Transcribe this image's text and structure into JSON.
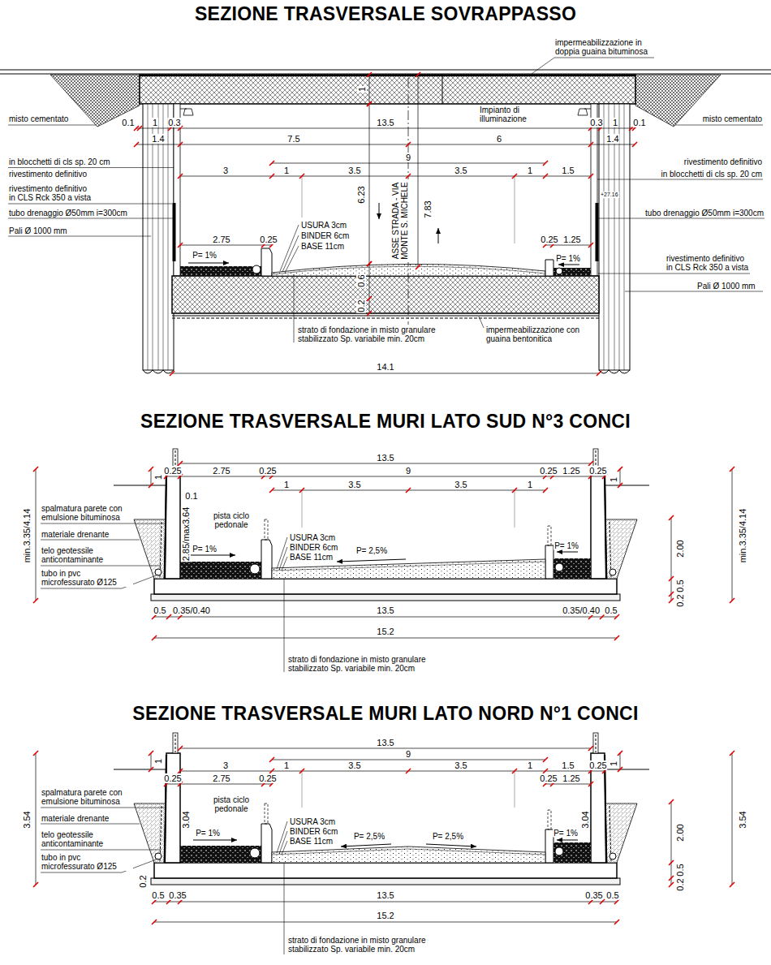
{
  "diagram": {
    "labels": [
      "SEZIONE TRASVERSALE SOVRAPPASSO",
      "1",
      "impermeabilizzazione in doppia guaina bituminosa",
      "misto cementato",
      "misto cementato",
      "0.1",
      "1",
      "0.3",
      "13.5",
      "0.3",
      "1",
      "0.1",
      "Impianto di illuminazione",
      "1.4",
      "7.5",
      "6",
      "1.4",
      "9",
      "in blocchetti di cls sp. 20 cm",
      "rivestimento definitivo",
      "rivestimento definitivo",
      "in blocchetti di cls sp. 20 cm",
      "3",
      "1",
      "3.5",
      "3.5",
      "1",
      "1.5",
      "rivestimento definitivo in CLS Rck 350 a vista",
      "6.23",
      "ASSE STRADA - VIA MONTE S. MICHELE",
      "7.83",
      "+27.16",
      "tubo drenaggio Ø50mm i=300cm",
      "tubo drenaggio Ø50mm i=300cm",
      "Pali Ø 1000 mm",
      "2.75",
      "0.25",
      "USURA 3cm",
      "BINDER 6cm",
      "BASE 11cm",
      "0.25",
      "1.25",
      "rivestimento definitivo in CLS Rck 350 a vista",
      "P= 1%",
      "P= 1%",
      "Pali Ø 1000 mm",
      "0.6",
      "0.2",
      "strato di fondazione in misto granulare stabilizzato Sp. variabile min. 20cm",
      "impermeabilizzazione con guaina bentonitica",
      "14.1",
      "SEZIONE TRASVERSALE MURI LATO SUD N°3 CONCI",
      "13.5",
      "0.25",
      "2.75",
      "0.25",
      "9",
      "0.25",
      "1.25",
      "0.25",
      "1",
      "0.1",
      "1",
      "3.5",
      "3.5",
      "1",
      "1",
      "min.3.35/4.14",
      "spalmatura parete con emulsione bituminosa",
      "2.85/max3.64",
      "pista ciclo pedonale",
      "materiale drenante",
      "USURA 3cm",
      "BINDER 6cm",
      "BASE 11cm",
      "P= 1%",
      "P= 2,5%",
      "P= 1%",
      "2.00",
      "min.3.35/4.14",
      "telo geotessile anticontaminante",
      "tubo in pvc microfessurato Ø125",
      "0.5",
      "0.2",
      "0.5",
      "0.35/0.40",
      "13.5",
      "0.35/0.40",
      "0.5",
      "15.2",
      "strato di fondazione in misto granulare stabilizzato Sp. variabile min. 20cm",
      "SEZIONE TRASVERSALE MURI LATO NORD N°1 CONCI",
      "13.5",
      "9",
      "3",
      "1",
      "3.5",
      "3.5",
      "1",
      "1.5",
      "0.25",
      "1",
      "0.25",
      "2.75",
      "0.25",
      "0.25",
      "1.25",
      "1",
      "3.54",
      "spalmatura parete con emulsione bituminosa",
      "pista ciclo pedonale",
      "3.04",
      "3.04",
      "materiale drenante",
      "USURA 3cm",
      "BINDER 6cm",
      "BASE 11cm",
      "P= 1%",
      "P= 2,5%",
      "P= 2,5%",
      "P= 1%",
      "2.00",
      "3.54",
      "telo geotessile anticontaminante",
      "tubo in pvc microfessurato Ø125",
      "0.5",
      "0.2",
      "0.2",
      "0.5",
      "0.35",
      "13.5",
      "0.35",
      "0.5",
      "15.2",
      "strato di fondazione in misto granulare stabilizzato Sp. variabile min. 20cm"
    ]
  }
}
